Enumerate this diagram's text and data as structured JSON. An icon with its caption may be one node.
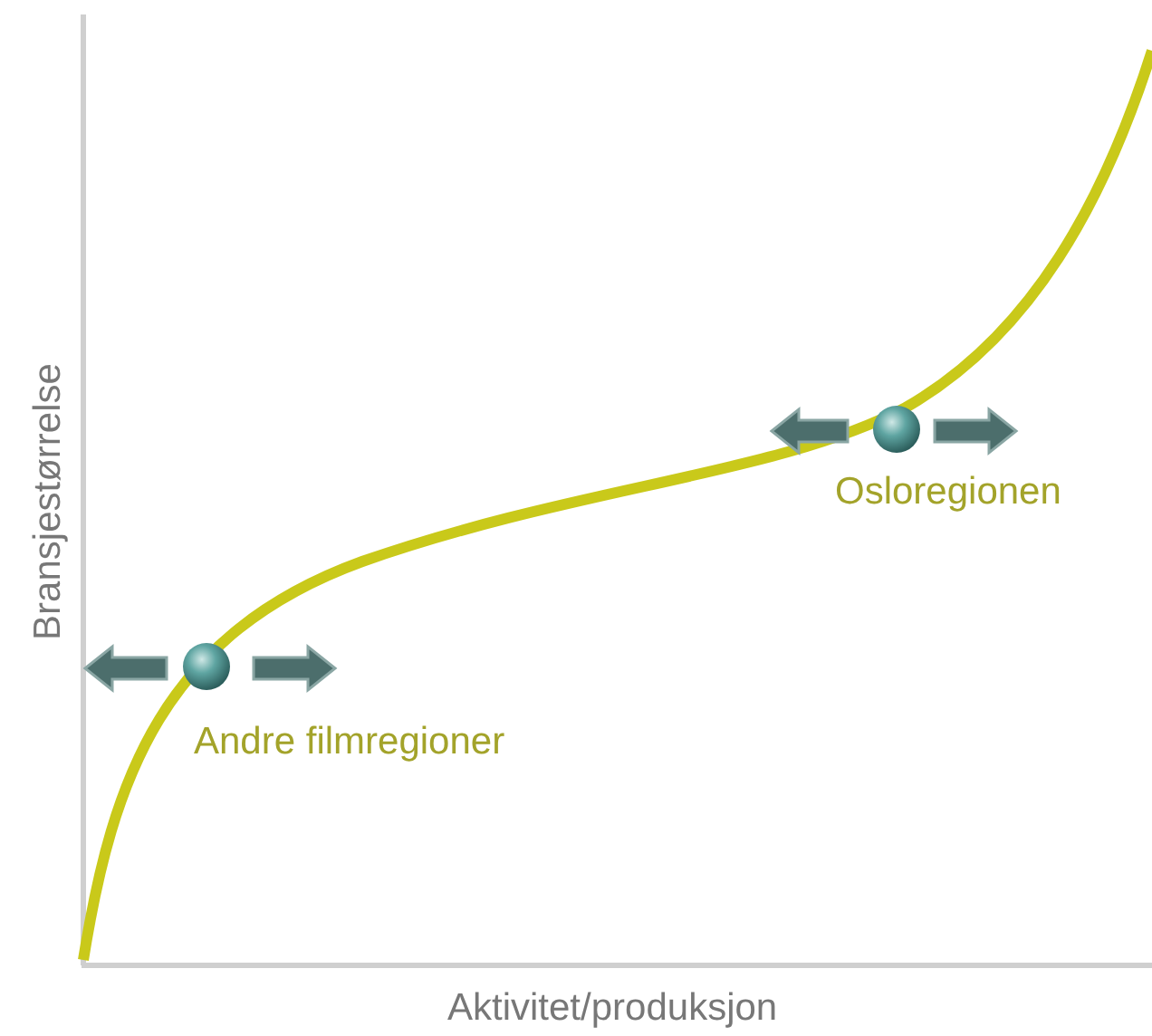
{
  "diagram": {
    "labels": [
      "Osloregionen",
      "Bransjestørrelse",
      "Andre filmregioner",
      "Aktivitet/produksjon"
    ]
  }
}
